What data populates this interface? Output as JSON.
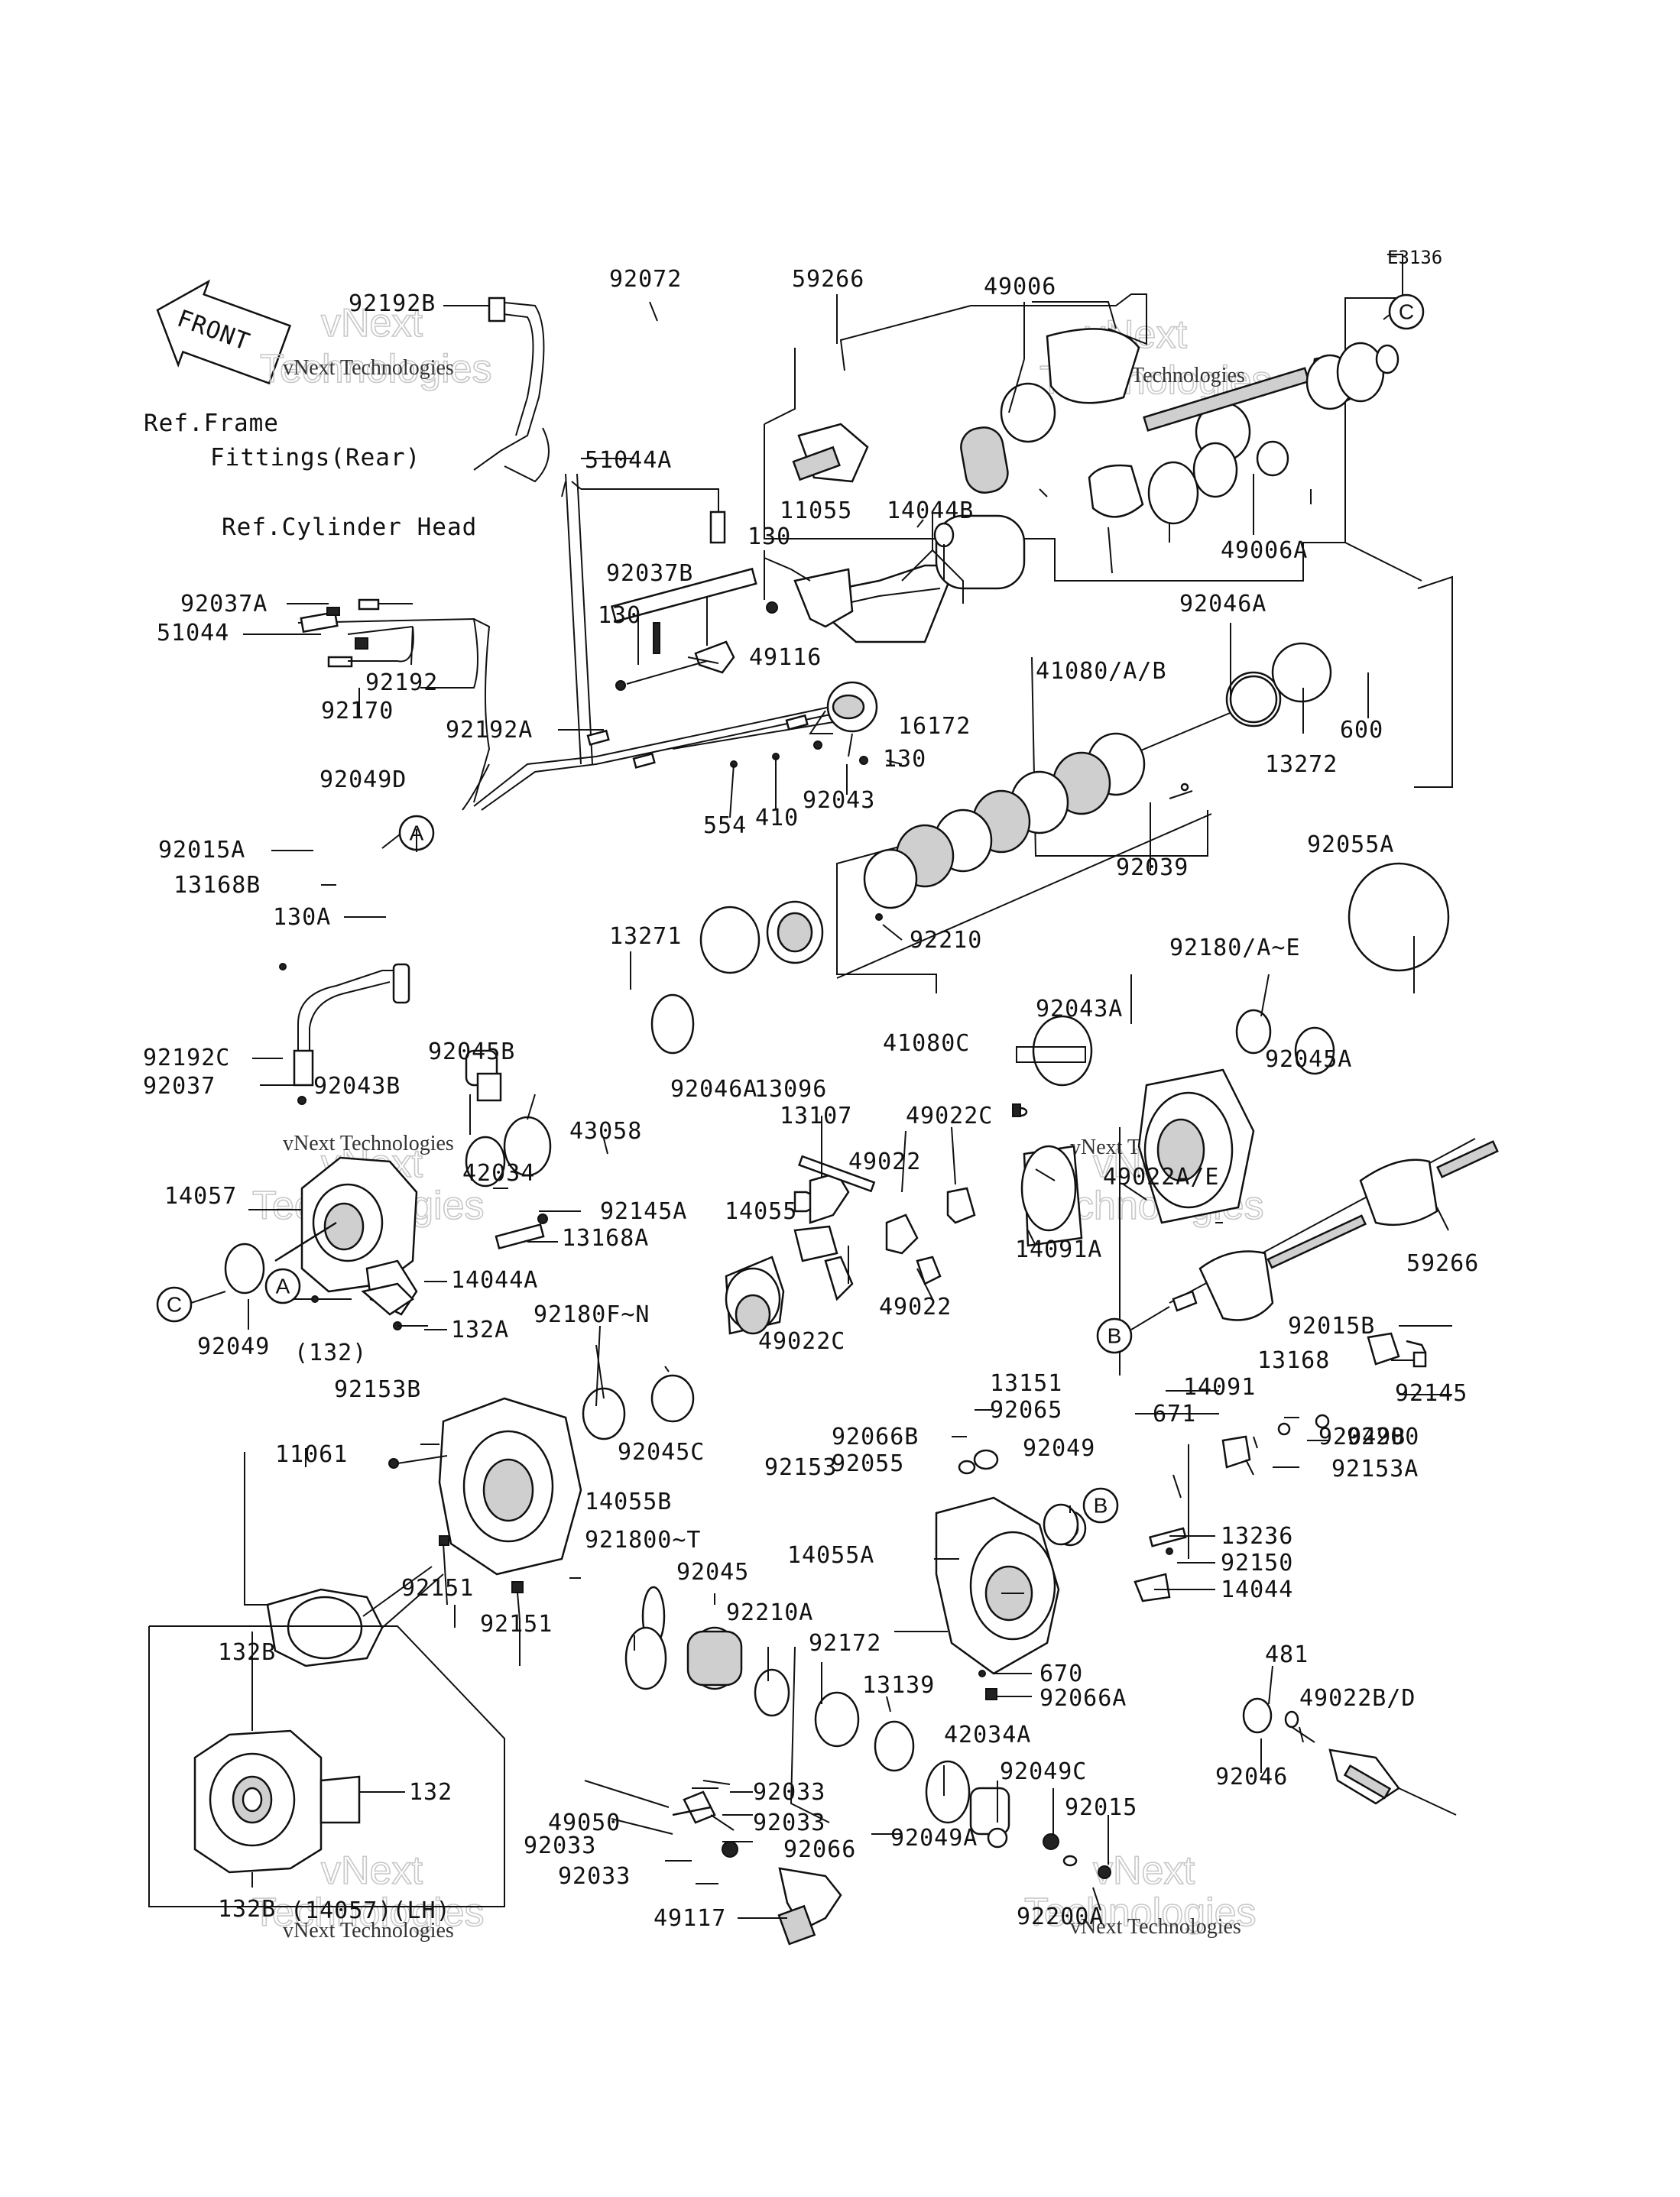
{
  "diagram_code": "E3136",
  "front_label": "FRONT",
  "watermark": {
    "small": "vNext Technologies",
    "big_line1": "vNext",
    "big_line2": "Technologies"
  },
  "reference_notes": {
    "frame": "Ref.Frame",
    "fittings": "Fittings(Rear)",
    "cylinder_head": "Ref.Cylinder Head"
  },
  "callout_markers": [
    "A",
    "B",
    "C"
  ],
  "part_labels": [
    "92192B",
    "92072",
    "59266",
    "49006",
    "51044A",
    "130",
    "11055",
    "14044B",
    "92037B",
    "130",
    "49116",
    "92037A",
    "51044",
    "92192",
    "92170",
    "92192A",
    "16172",
    "130",
    "554",
    "410",
    "92043",
    "49006A",
    "92046A",
    "41080/A/B",
    "13272",
    "600",
    "92039",
    "92049D",
    "92015A",
    "13168B",
    "130A",
    "92210",
    "92055A",
    "13271",
    "41080C",
    "92180/A~E",
    "92192C",
    "92045B",
    "92043A",
    "92045A",
    "92037",
    "92043B",
    "43058",
    "42034",
    "92046A",
    "13096",
    "13107",
    "49022C",
    "49022",
    "49022A/E",
    "14057",
    "92145A",
    "13168A",
    "14055",
    "14091A",
    "59266",
    "49022",
    "14044A",
    "132A",
    "92049",
    "(132)",
    "49022C",
    "92180F~N",
    "92015B",
    "13168",
    "92145",
    "92153B",
    "13151",
    "92065",
    "14091",
    "11061",
    "92045C",
    "92153",
    "92066B",
    "92055",
    "671",
    "92200",
    "92049B",
    "92153A",
    "92049",
    "14055B",
    "13236",
    "92150",
    "14044",
    "14055A",
    "921800~T",
    "92045",
    "92151",
    "92151",
    "92210A",
    "92172",
    "670",
    "92066A",
    "481",
    "49022B/D",
    "13139",
    "42034A",
    "92046",
    "132B",
    "132",
    "92033",
    "92049C",
    "92015",
    "49050",
    "92033",
    "92033",
    "92066",
    "92033",
    "49117",
    "92049A",
    "92200A",
    "132B",
    "(14057)(LH)"
  ]
}
